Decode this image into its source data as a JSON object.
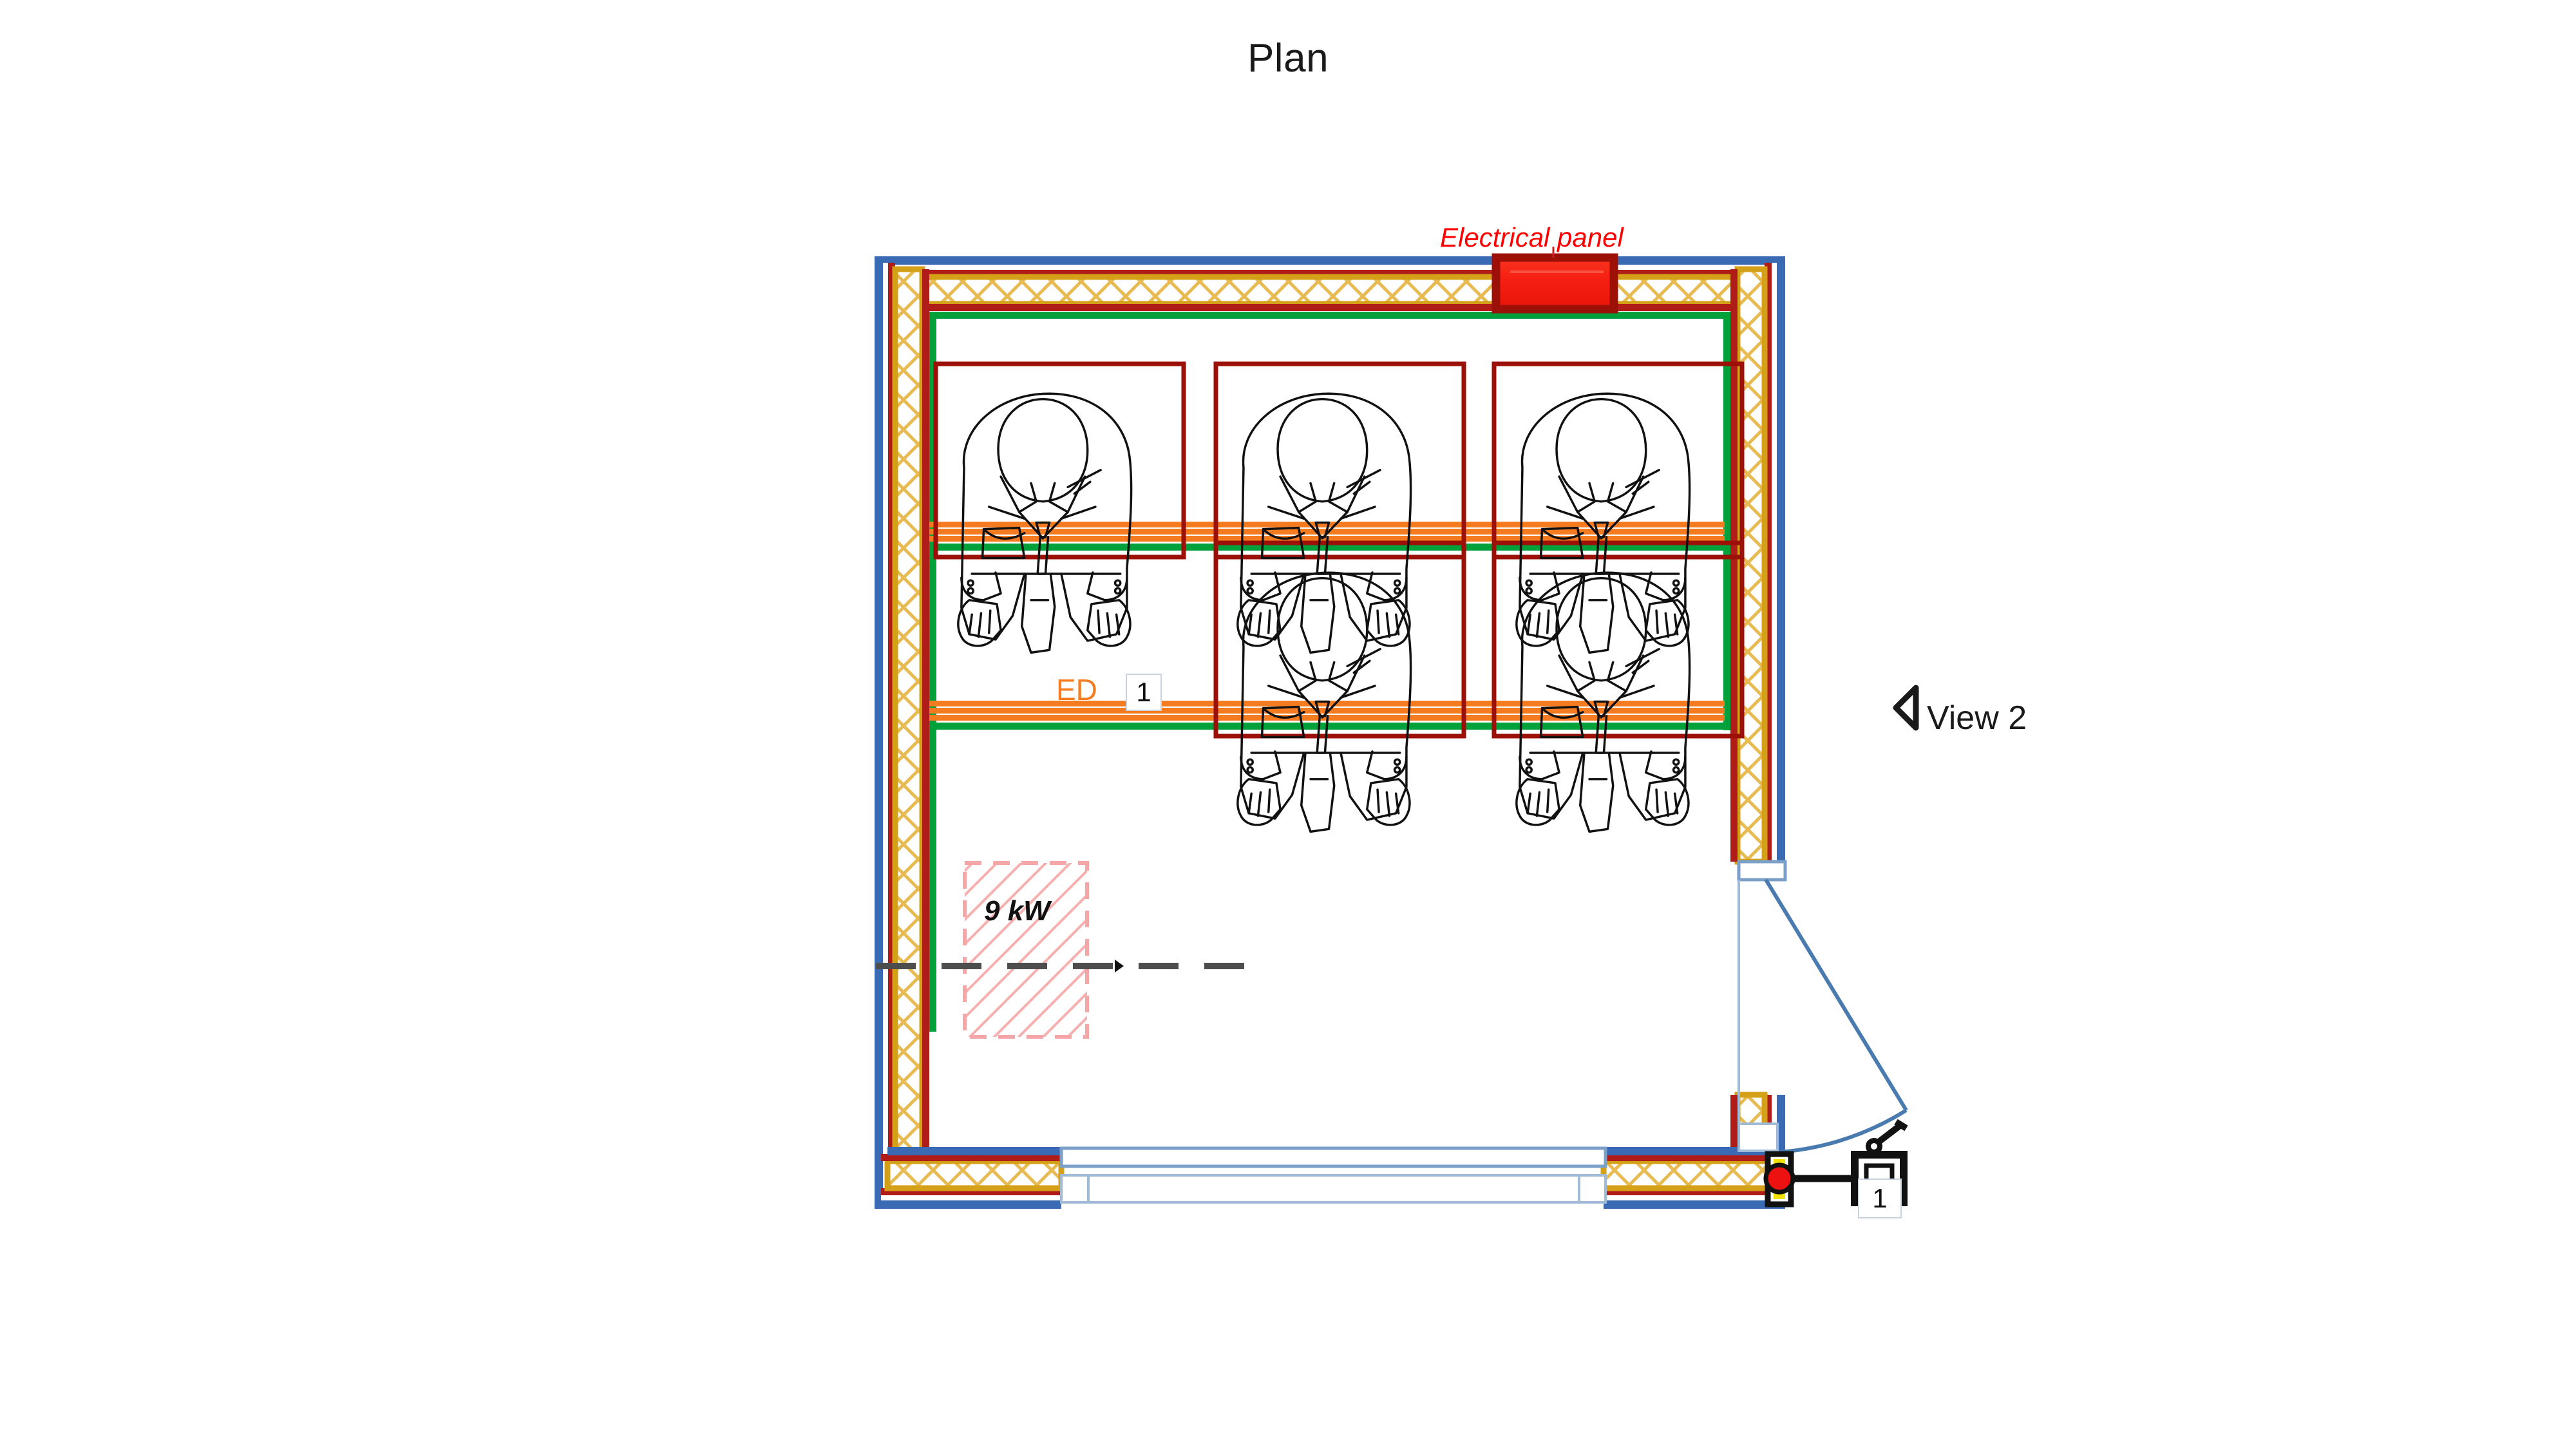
{
  "title": "Plan",
  "annotations": {
    "electrical_panel": "Electrical panel",
    "power_rating": "9 kW",
    "led_label": "ED",
    "led_tag": "1",
    "view_callout": "View 2",
    "camera_tag": "1"
  },
  "colors": {
    "wall_outer": "#3b6ab5",
    "wall_membrane": "#b01c18",
    "wall_insulation": "#d4a017",
    "wall_inner_finish": "#00a13a",
    "panel_fill": "#f41f12",
    "panel_stroke": "#9c1008",
    "furniture_outline": "#9c1008",
    "desk_line": "#f47b20",
    "hatch_zone": "#f5a7a7",
    "dash_line": "#4d4d4d",
    "door_swing": "#4a7bb0",
    "glazing": "#7a9fc9",
    "camera_marker": "#ee1111",
    "text_dark": "#1a1a1a"
  },
  "room": {
    "name": "office-room",
    "elements": [
      {
        "name": "top-wall",
        "type": "wall-assembly"
      },
      {
        "name": "left-wall",
        "type": "wall-assembly"
      },
      {
        "name": "right-wall",
        "type": "wall-assembly"
      },
      {
        "name": "bottom-wall",
        "type": "wall-assembly"
      },
      {
        "name": "electrical-panel",
        "type": "equipment"
      },
      {
        "name": "bottom-window",
        "type": "glazing"
      },
      {
        "name": "entry-door",
        "type": "door-swing"
      },
      {
        "name": "heat-zone",
        "type": "hatched-region"
      },
      {
        "name": "section-line",
        "type": "dashed-section"
      },
      {
        "name": "camera-marker",
        "type": "view-marker"
      }
    ]
  },
  "occupants": [
    {
      "name": "person-1",
      "column": 1,
      "row": 1
    },
    {
      "name": "person-2",
      "column": 2,
      "row": 1
    },
    {
      "name": "person-3",
      "column": 3,
      "row": 1
    },
    {
      "name": "person-4",
      "column": 2,
      "row": 2
    },
    {
      "name": "person-5",
      "column": 3,
      "row": 2
    }
  ],
  "desks": [
    {
      "name": "desk-row-1"
    },
    {
      "name": "desk-row-2"
    }
  ]
}
